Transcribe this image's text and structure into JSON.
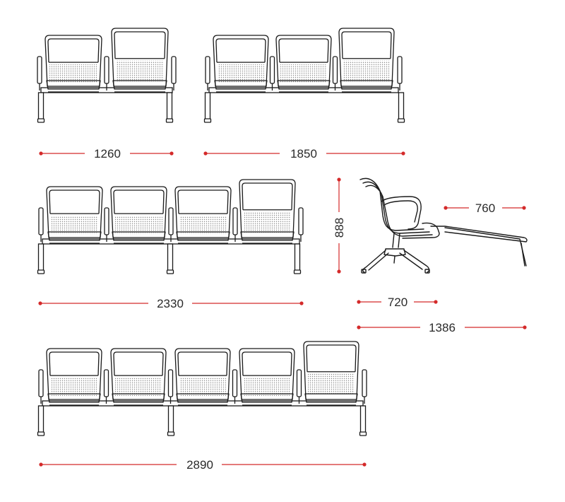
{
  "colors": {
    "line": "#1a1a1a",
    "dimension": "#d42a2a",
    "mesh": "#9a9a9a",
    "background": "#ffffff"
  },
  "dimensions": {
    "two_seat_width": "1260",
    "three_seat_width": "1850",
    "four_seat_width": "2330",
    "five_seat_width": "2890",
    "height": "888",
    "depth_side": "760",
    "depth_base": "720",
    "depth_reclined": "1386"
  }
}
